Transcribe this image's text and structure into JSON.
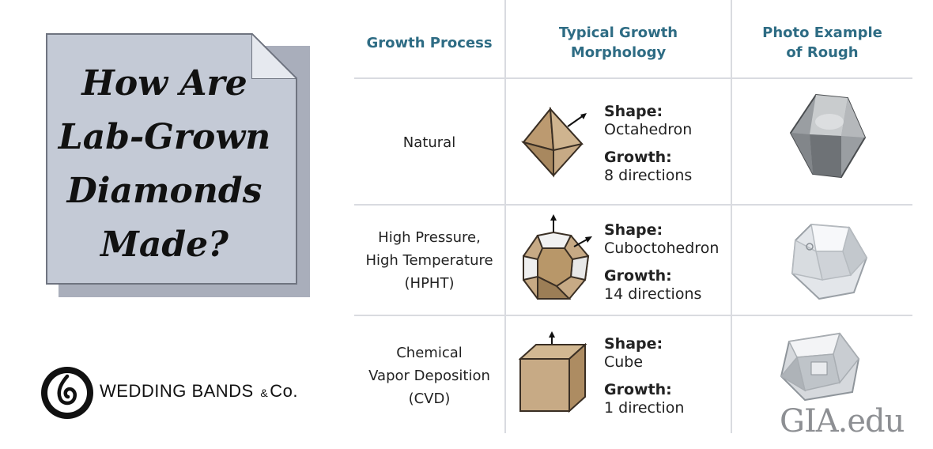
{
  "note": {
    "title_lines": [
      "How Are",
      "Lab-Grown",
      "Diamonds",
      "Made?"
    ]
  },
  "brand": {
    "name": "WEDDING BANDS",
    "amp": "&",
    "suffix": "Co."
  },
  "table": {
    "headers": [
      {
        "line1": "Growth Process",
        "line2": ""
      },
      {
        "line1": "Typical Growth",
        "line2": "Morphology"
      },
      {
        "line1": "Photo Example",
        "line2": "of Rough"
      }
    ],
    "rows": [
      {
        "process": [
          "Natural"
        ],
        "shape_label": "Shape:",
        "shape": "Octahedron",
        "growth_label": "Growth:",
        "growth": "8 directions",
        "crystal_icon": "octahedron-icon",
        "photo_icon": "rough-octahedron-diamond-photo"
      },
      {
        "process": [
          "High Pressure,",
          "High Temperature",
          "(HPHT)"
        ],
        "shape_label": "Shape:",
        "shape": "Cuboctohedron",
        "growth_label": "Growth:",
        "growth": "14 directions",
        "crystal_icon": "cuboctahedron-icon",
        "photo_icon": "rough-hpht-diamond-photo"
      },
      {
        "process": [
          "Chemical",
          "Vapor Deposition",
          "(CVD)"
        ],
        "shape_label": "Shape:",
        "shape": "Cube",
        "growth_label": "Growth:",
        "growth": "1 direction",
        "crystal_icon": "cube-icon",
        "photo_icon": "rough-cvd-diamond-photo"
      }
    ]
  },
  "credit": "GIA.edu",
  "colors": {
    "header_text": "#2e6c84",
    "note_fill": "#c4cad6",
    "crystal_fill": "#c7aa85",
    "rule": "#d9dbe0"
  }
}
